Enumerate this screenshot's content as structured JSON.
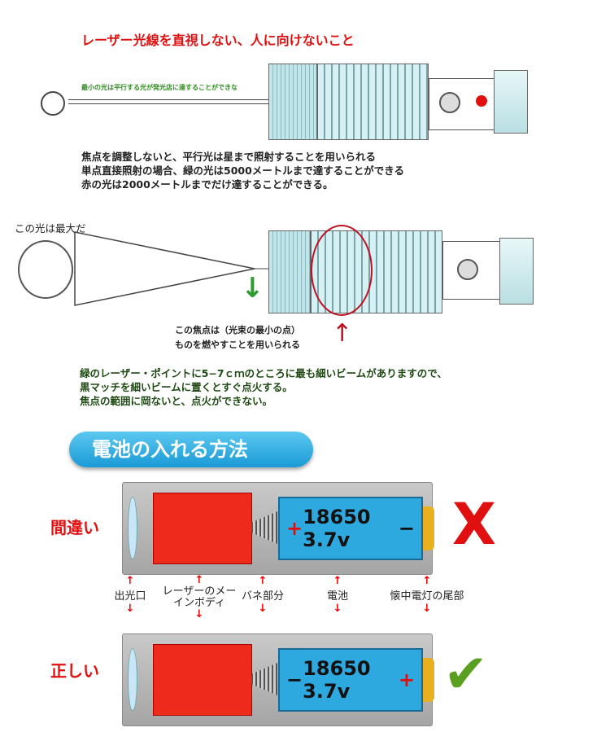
{
  "warning": "レーザー光線を直視しない、人に向けないこと",
  "top": {
    "beam_note": "最小の光は平行する光が発光店に達することができな",
    "lines": [
      "焦点を調整しないと、平行光は星まで照射することを用いられる",
      "単点直接照射の場合、緑の光は5000メートルまで達することができる",
      "赤の光は2000メートルまでだけ達することができる。"
    ]
  },
  "focus": {
    "max_label": "この光は最大だ",
    "point_lines": [
      "この焦点は（光束の最小の点）",
      "ものを燃やすことを用いられる"
    ],
    "lines": [
      "緑のレーザー・ポイントに5−7ｃｍのところに最も細いビームがありますので、",
      "黒マッチを細いビームに置くとすぐ点火する。",
      "焦点の範囲に岡ないと、点火ができない。"
    ]
  },
  "battery": {
    "title": "電池の入れる方法",
    "wrong": "間違い",
    "right": "正しい",
    "battery_text": "18650  3.7v",
    "plus": "+",
    "minus": "−",
    "wrong_mark": "X",
    "right_mark": "✔",
    "parts": [
      "出光口",
      "レーザーのメーインボディ",
      "バネ部分",
      "電池",
      "懐中電灯の尾部"
    ],
    "up": "↑",
    "down": "↓"
  },
  "colors": {
    "red": "#e01010",
    "green": "#2e6b1e",
    "blue": "#2ea9e0"
  }
}
